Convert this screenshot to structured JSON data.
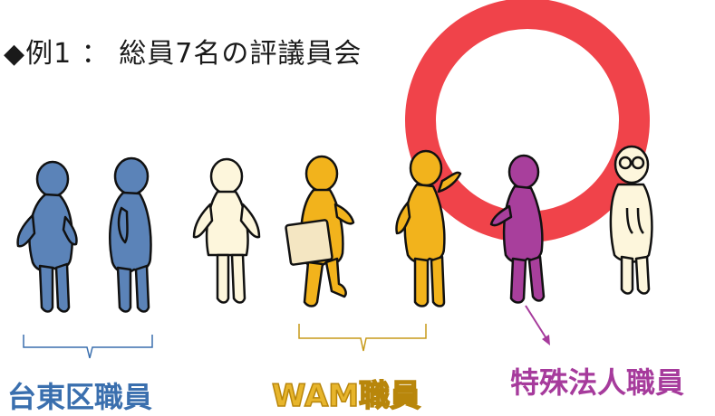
{
  "title": "◆例1 ： 総員7名の評議員会",
  "groups": [
    {
      "label": "台東区職員",
      "color": "#3f6eb0"
    },
    {
      "label": "WAM職員",
      "color": "#f0b21e"
    },
    {
      "label": "特殊法人職員",
      "color": "#a63b9c"
    }
  ],
  "highlight_color": "#f0434a"
}
